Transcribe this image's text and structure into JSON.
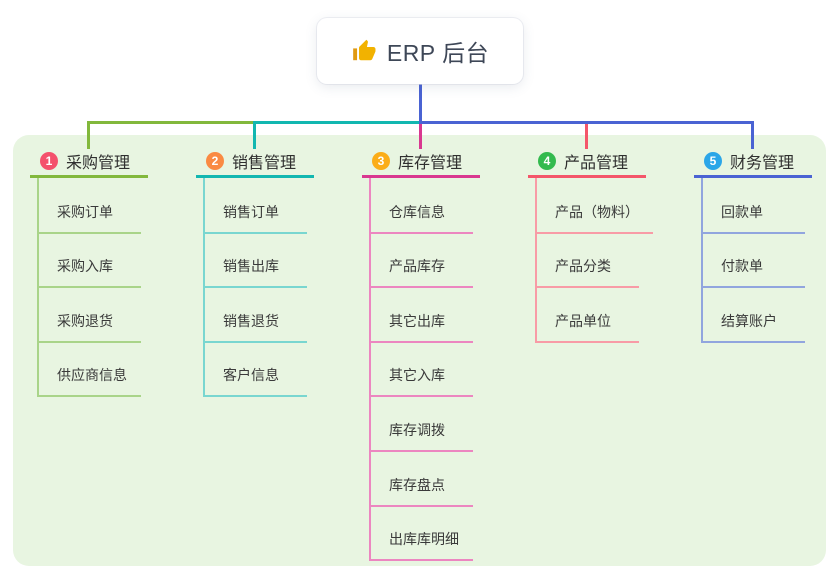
{
  "root": {
    "title": "ERP 后台",
    "icon": "thumbs-up-icon",
    "trunk_color": "#4a63d3"
  },
  "colors": {
    "canvas_background": "#ffffff",
    "panel_background": "#e8f5e1",
    "root_card_background": "#ffffff",
    "root_title_text": "#3e4757",
    "branch_label_text": "#2f2f2f",
    "child_label_text": "#3a3a3a",
    "thumb_icon": "#f2b200"
  },
  "branches": [
    {
      "badge": "1",
      "badge_color": "#f4516c",
      "label": "采购管理",
      "line_color": "#82b83c",
      "child_line_color": "#a9d489",
      "children": [
        "采购订单",
        "采购入库",
        "采购退货",
        "供应商信息"
      ]
    },
    {
      "badge": "2",
      "badge_color": "#fa8a42",
      "label": "销售管理",
      "line_color": "#12b7b0",
      "child_line_color": "#79d6d0",
      "children": [
        "销售订单",
        "销售出库",
        "销售退货",
        "客户信息"
      ]
    },
    {
      "badge": "3",
      "badge_color": "#fbad18",
      "label": "库存管理",
      "line_color": "#d93890",
      "child_line_color": "#ec86c0",
      "children": [
        "仓库信息",
        "产品库存",
        "其它出库",
        "其它入库",
        "库存调拨",
        "库存盘点",
        "出库库明细"
      ]
    },
    {
      "badge": "4",
      "badge_color": "#33ba4e",
      "label": "产品管理",
      "line_color": "#f4566a",
      "child_line_color": "#f89ba6",
      "children": [
        "产品（物料）",
        "产品分类",
        "产品单位"
      ]
    },
    {
      "badge": "5",
      "badge_color": "#2ba6e8",
      "label": "财务管理",
      "line_color": "#4a63d3",
      "child_line_color": "#91a5de",
      "children": [
        "回款单",
        "付款单",
        "结算账户"
      ]
    }
  ]
}
